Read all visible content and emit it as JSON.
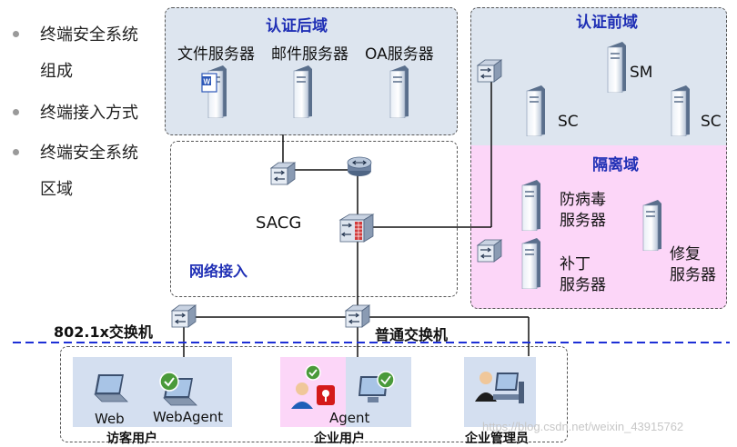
{
  "left_menu": {
    "items": [
      {
        "line1": "终端安全系统",
        "line2": "组成"
      },
      {
        "line1": "终端接入方式",
        "line2": ""
      },
      {
        "line1": "终端安全系统",
        "line2": "区域"
      }
    ]
  },
  "zones": {
    "auth_back": {
      "title": "认证后域",
      "file_server": "文件服务器",
      "mail_server": "邮件服务器",
      "oa_server": "OA服务器"
    },
    "auth_front": {
      "title": "认证前域",
      "sm": "SM",
      "sc1": "SC",
      "sc2": "SC"
    },
    "isolation": {
      "title": "隔离域",
      "antivirus_l1": "防病毒",
      "antivirus_l2": "服务器",
      "patch_l1": "补丁",
      "patch_l2": "服务器",
      "repair_l1": "修复",
      "repair_l2": "服务器"
    },
    "network_access": {
      "title": "网络接入",
      "sacg": "SACG"
    }
  },
  "switches": {
    "dot1x": "802.1x交换机",
    "normal": "普通交换机"
  },
  "users": {
    "visitor": {
      "web": "Web",
      "webagent": "WebAgent",
      "caption": "访客用户"
    },
    "enterprise": {
      "agent": "Agent",
      "caption": "企业用户"
    },
    "admin": {
      "caption": "企业管理员"
    }
  },
  "watermark": "https://blog.csdn.net/weixin_43915762",
  "colors": {
    "zone_title": "#1f2fb5",
    "auth_bg": "#dde5ef",
    "isolation_bg": "#fcd6f8",
    "panel_bg": "#d4dff0",
    "boundary_line": "#1d2fd6"
  }
}
